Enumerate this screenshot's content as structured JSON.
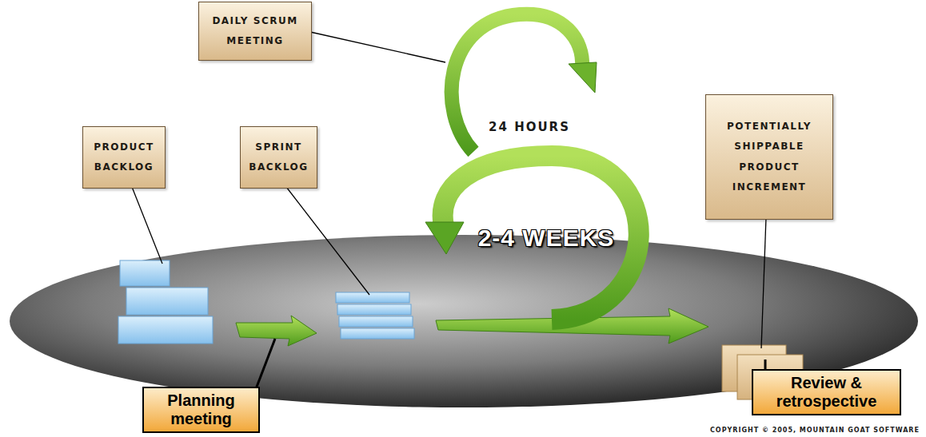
{
  "diagram": {
    "nodes": [
      {
        "text": [
          "DAILY SCRUM MEETING"
        ]
      },
      {
        "text": [
          "PRODUCT BACKLOG"
        ]
      },
      {
        "text": [
          "SPRINT BACKLOG"
        ]
      },
      {
        "text": [
          "POTENTIALLY SHIPPABLE PRODUCT INCREMENT"
        ]
      },
      {
        "text": [
          "Planning meeting"
        ]
      },
      {
        "text": [
          "Review & retrospective"
        ]
      }
    ],
    "labels": [
      "24 HOURS",
      "2-4 WEEKS",
      "COPYRIGHT © 2005, MOUNTAIN GOAT SOFTWARE"
    ]
  }
}
